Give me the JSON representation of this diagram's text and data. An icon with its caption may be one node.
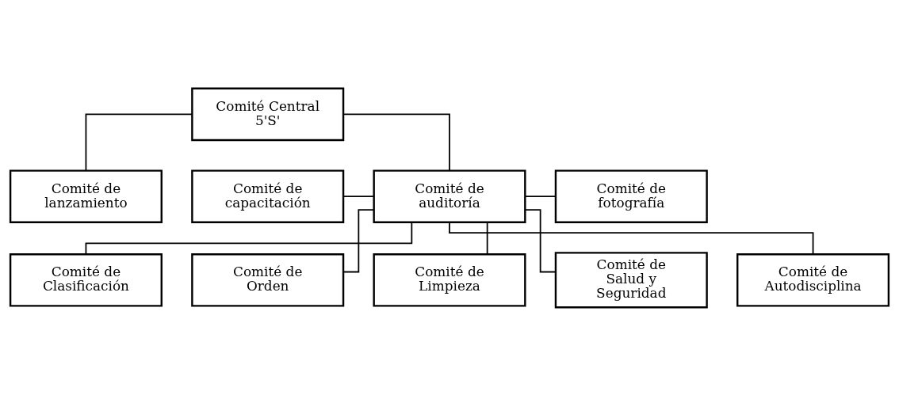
{
  "diagram": {
    "nodes": [
      {
        "text": [
          "Comité Central 5'S'"
        ]
      },
      {
        "text": [
          "Comité de lanzamiento"
        ]
      },
      {
        "text": [
          "Comité de capacitación"
        ]
      },
      {
        "text": [
          "Comité de auditoría"
        ]
      },
      {
        "text": [
          "Comité de fotografía"
        ]
      },
      {
        "text": [
          "Comité de Clasificación"
        ]
      },
      {
        "text": [
          "Comité de Orden"
        ]
      },
      {
        "text": [
          "Comité de Limpieza"
        ]
      },
      {
        "text": [
          "Comité de Salud y Seguridad"
        ]
      },
      {
        "text": [
          "Comité de Autodisciplina"
        ]
      }
    ],
    "edges": [
      {
        "from": 0,
        "to": 1,
        "arrow": "none"
      },
      {
        "from": 0,
        "to": 3,
        "arrow": "none"
      },
      {
        "from": 2,
        "to": 3,
        "arrow": "none"
      },
      {
        "from": 3,
        "to": 4,
        "arrow": "none"
      },
      {
        "from": 3,
        "to": 5,
        "arrow": "none"
      },
      {
        "from": 3,
        "to": 6,
        "arrow": "none"
      },
      {
        "from": 3,
        "to": 7,
        "arrow": "none"
      },
      {
        "from": 3,
        "to": 8,
        "arrow": "none"
      },
      {
        "from": 3,
        "to": 9,
        "arrow": "none"
      }
    ]
  }
}
